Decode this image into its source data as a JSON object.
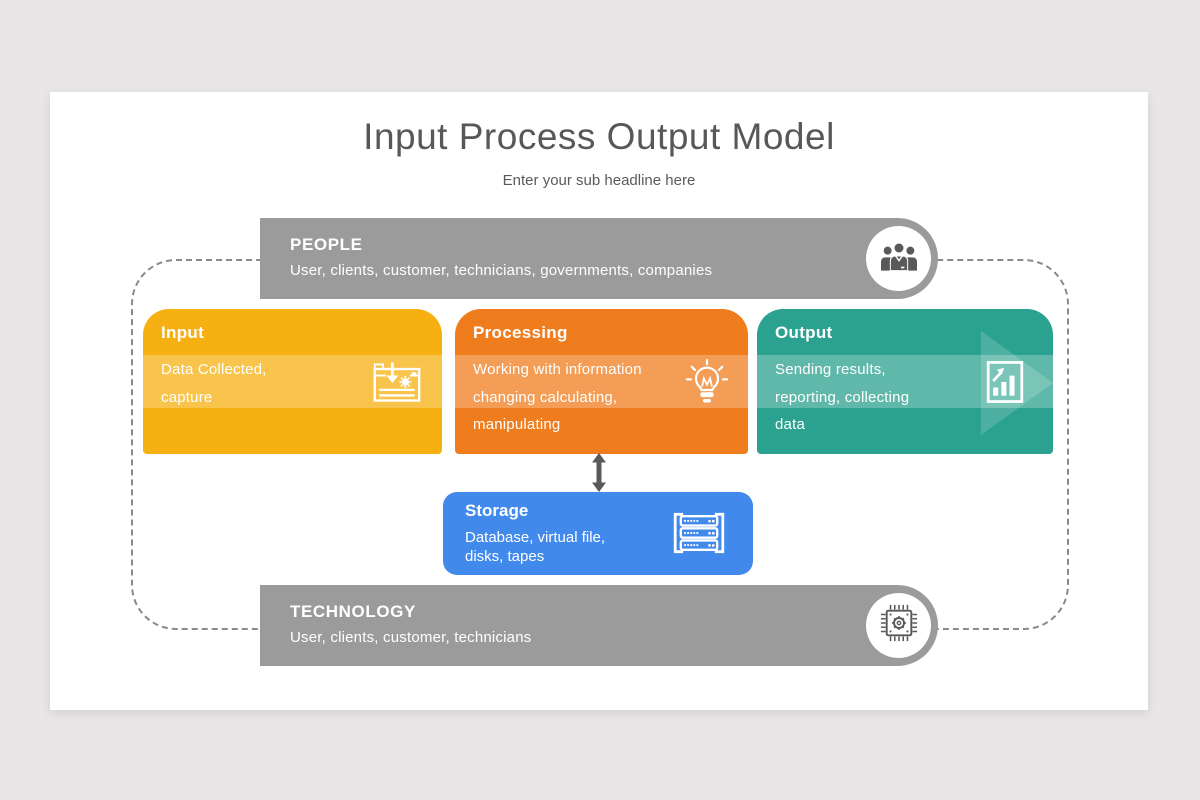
{
  "header": {
    "title": "Input Process Output Model",
    "subtitle": "Enter your sub headline here"
  },
  "bars": {
    "people": {
      "title": "PEOPLE",
      "description": "User, clients, customer, technicians, governments, companies",
      "icon": "people-group-icon",
      "color": "#9b9b9b"
    },
    "technology": {
      "title": "TECHNOLOGY",
      "description": "User, clients, customer, technicians",
      "icon": "microchip-icon",
      "color": "#9b9b9b"
    }
  },
  "boxes": [
    {
      "id": "input",
      "title": "Input",
      "lines": [
        "Data Collected,",
        "capture",
        ""
      ],
      "icon": "download-document-icon",
      "color": "#f7b011"
    },
    {
      "id": "processing",
      "title": "Processing",
      "lines": [
        "Working with information",
        "changing calculating,",
        "manipulating"
      ],
      "icon": "lightbulb-icon",
      "color": "#ef7d1e"
    },
    {
      "id": "output",
      "title": "Output",
      "lines": [
        "Sending results,",
        "reporting, collecting",
        "data"
      ],
      "icon": "bar-chart-icon",
      "color": "#2ba18f"
    }
  ],
  "storage": {
    "title": "Storage",
    "lines": [
      "Database, virtual file,",
      "disks, tapes"
    ],
    "icon": "server-rack-icon",
    "color": "#4289ec"
  },
  "connector": {
    "type": "double-headed-vertical-arrow",
    "color": "#58595b"
  },
  "frame": {
    "style": "dashed",
    "color": "#8a8a8a"
  }
}
